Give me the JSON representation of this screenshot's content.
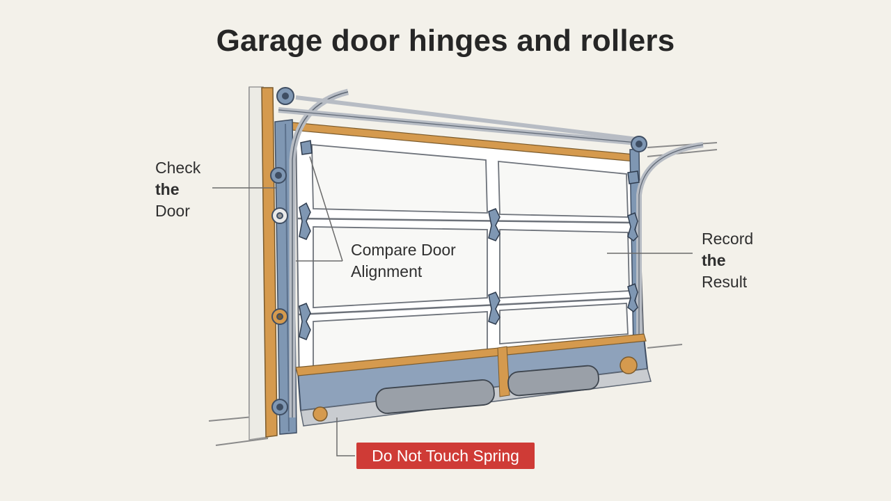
{
  "title": "Garage door hinges and rollers",
  "callouts": {
    "check_door": {
      "line1": "Check",
      "line2": "the",
      "line3": "Door"
    },
    "compare_alignment": {
      "line1": "Compare Door",
      "line2": "Alignment"
    },
    "record_result": {
      "line1": "Record",
      "line2": "the",
      "line3": "Result"
    }
  },
  "warning": {
    "label": "Do Not Touch Spring",
    "color": "#cf3b36"
  },
  "colors": {
    "background": "#f3f1ea",
    "door_panel": "#ffffff",
    "track_blue": "#7f97b3",
    "wood_trim": "#d59a4e",
    "metal_gray": "#c9ccd0"
  }
}
